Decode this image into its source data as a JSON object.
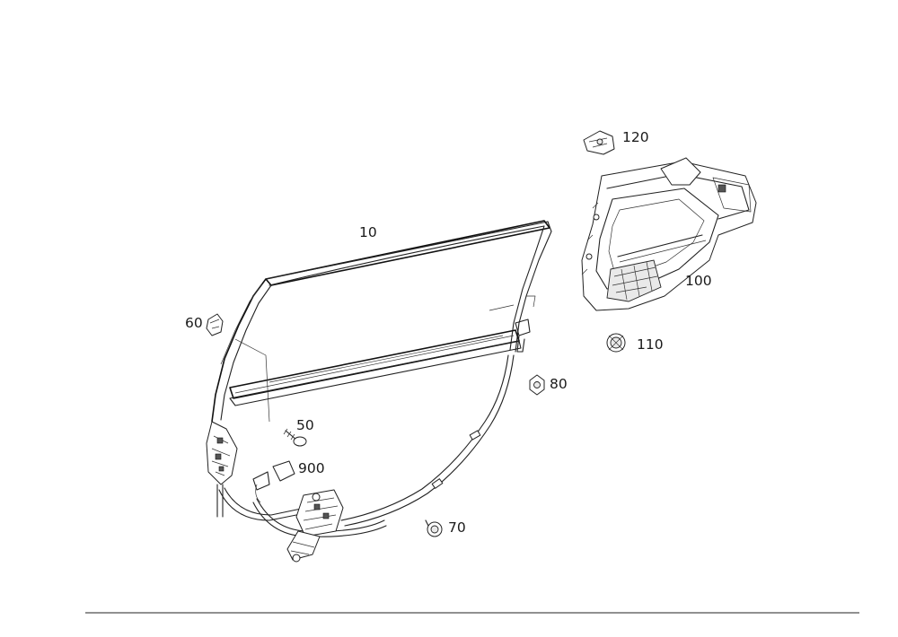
{
  "diagram": {
    "callouts": [
      {
        "id": "glass",
        "label": "10"
      },
      {
        "id": "clip",
        "label": "60"
      },
      {
        "id": "screw",
        "label": "50"
      },
      {
        "id": "connector",
        "label": "900"
      },
      {
        "id": "bolt",
        "label": "70"
      },
      {
        "id": "nut",
        "label": "80"
      },
      {
        "id": "module",
        "label": "100"
      },
      {
        "id": "grommet",
        "label": "110"
      },
      {
        "id": "bracket",
        "label": "120"
      }
    ]
  }
}
